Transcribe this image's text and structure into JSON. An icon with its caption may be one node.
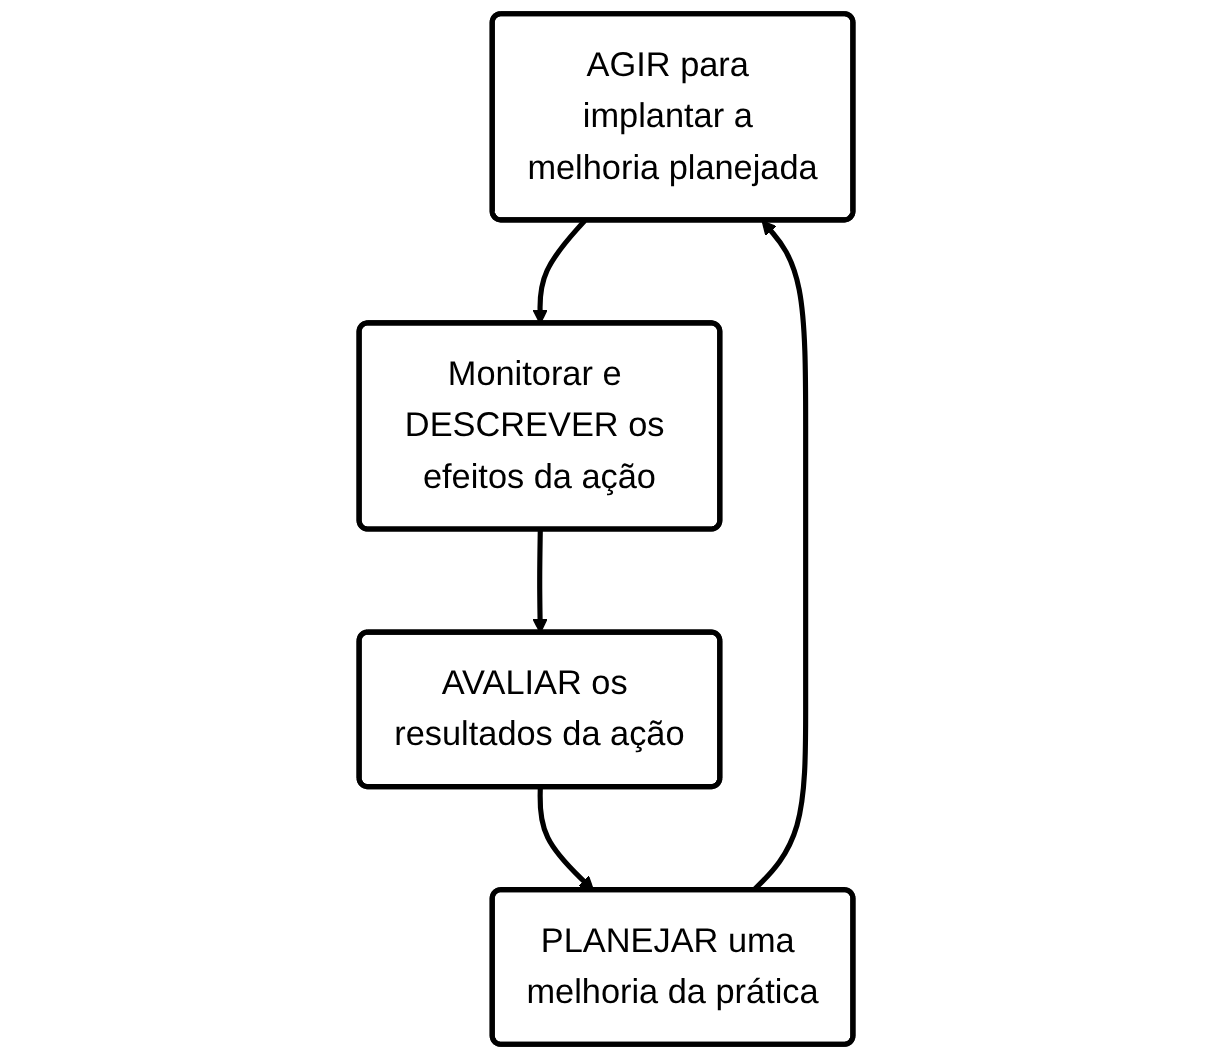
{
  "diagram": {
    "nodes": [
      {
        "text": [
          "AGIR para implantar a melhoria planejada"
        ]
      },
      {
        "text": [
          "PLANEJAR uma melhoria da prática"
        ]
      },
      {
        "text": [
          "Monitorar e DESCREVER os efeitos da ação"
        ]
      },
      {
        "text": [
          "AVALIAR os resultados da ação"
        ]
      }
    ],
    "edges": [
      {
        "from": 0,
        "to": 2,
        "arrow": "to"
      },
      {
        "from": 2,
        "to": 3,
        "arrow": "to"
      },
      {
        "from": 3,
        "to": 1,
        "arrow": "to"
      },
      {
        "from": 1,
        "to": 0,
        "arrow": "to"
      }
    ]
  }
}
